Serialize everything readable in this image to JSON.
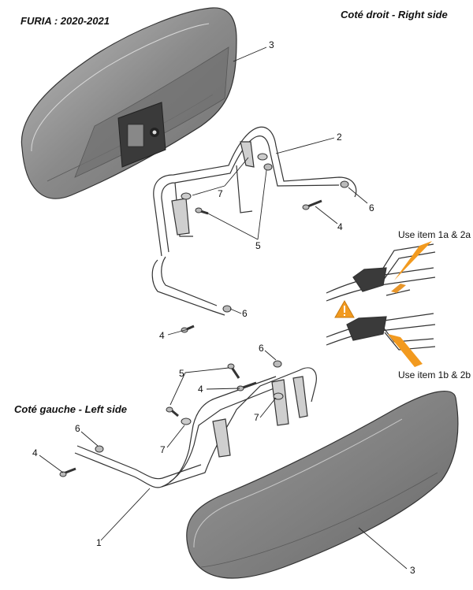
{
  "header": {
    "model": "FURIA : 2020-2021",
    "right_side": "Coté droit - Right side",
    "left_side": "Coté gauche - Left side"
  },
  "notes": {
    "upper": "Use item 1a & 2a",
    "lower": "Use item 1b & 2b"
  },
  "callouts": {
    "rs_pad": "3",
    "rs_frame": "2",
    "rs_washer": "7",
    "rs_bolt_a": "5",
    "rs_bolt_b": "4",
    "rs_cap_a": "6",
    "rs_cap_b": "6",
    "rs_bolt_c": "4",
    "ls_cap_a": "6",
    "ls_bolt_a": "5",
    "ls_bolt_b": "4",
    "ls_washer_a": "7",
    "ls_washer_b": "7",
    "ls_cap_b": "6",
    "ls_bolt_c": "4",
    "ls_frame": "1",
    "ls_pad": "3"
  },
  "colors": {
    "warning": "#f29a1f",
    "pad_fill": "#8d8d8d",
    "frame_fill": "#d4d4d4"
  },
  "icons": [
    "warning-icon"
  ]
}
